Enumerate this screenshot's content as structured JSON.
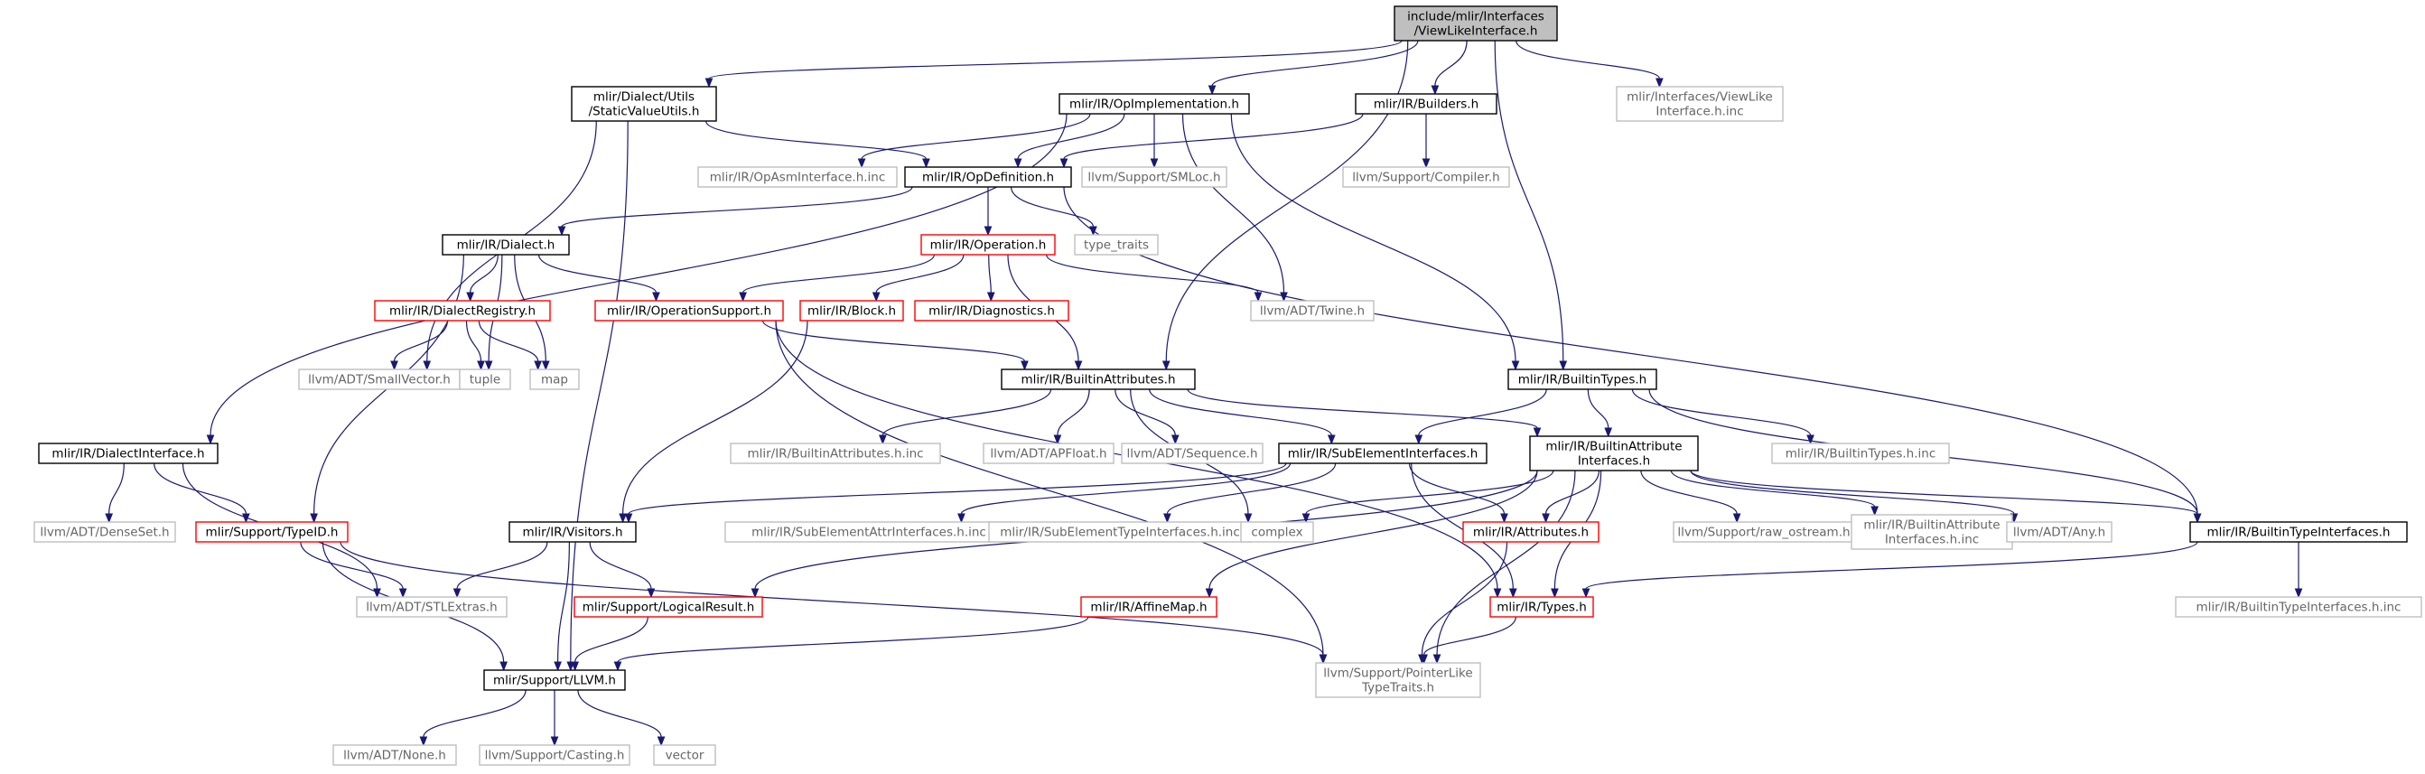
{
  "colors": {
    "edge": "#191970",
    "border_documented": "#000000",
    "border_truncated": "#ff0000",
    "border_external": "#bfbfbf",
    "root_fill": "#bfbfbf",
    "text_external": "#666666"
  },
  "nodes": [
    {
      "id": "root",
      "lines": [
        "include/mlir/Interfaces",
        "/ViewLikeInterface.h"
      ],
      "style": "root"
    },
    {
      "id": "static-value-utils",
      "lines": [
        "mlir/Dialect/Utils",
        "/StaticValueUtils.h"
      ],
      "style": "normal"
    },
    {
      "id": "op-implementation",
      "lines": [
        "mlir/IR/OpImplementation.h"
      ],
      "style": "normal"
    },
    {
      "id": "builders",
      "lines": [
        "mlir/IR/Builders.h"
      ],
      "style": "normal"
    },
    {
      "id": "view-like-inc",
      "lines": [
        "mlir/Interfaces/ViewLike",
        "Interface.h.inc"
      ],
      "style": "gray"
    },
    {
      "id": "op-asm-interface-inc",
      "lines": [
        "mlir/IR/OpAsmInterface.h.inc"
      ],
      "style": "gray"
    },
    {
      "id": "op-definition",
      "lines": [
        "mlir/IR/OpDefinition.h"
      ],
      "style": "normal"
    },
    {
      "id": "smloc",
      "lines": [
        "llvm/Support/SMLoc.h"
      ],
      "style": "gray"
    },
    {
      "id": "compiler",
      "lines": [
        "llvm/Support/Compiler.h"
      ],
      "style": "gray"
    },
    {
      "id": "dialect",
      "lines": [
        "mlir/IR/Dialect.h"
      ],
      "style": "normal"
    },
    {
      "id": "operation",
      "lines": [
        "mlir/IR/Operation.h"
      ],
      "style": "red"
    },
    {
      "id": "type-traits",
      "lines": [
        "type_traits"
      ],
      "style": "gray"
    },
    {
      "id": "dialect-registry",
      "lines": [
        "mlir/IR/DialectRegistry.h"
      ],
      "style": "red"
    },
    {
      "id": "operation-support",
      "lines": [
        "mlir/IR/OperationSupport.h"
      ],
      "style": "red"
    },
    {
      "id": "block",
      "lines": [
        "mlir/IR/Block.h"
      ],
      "style": "red"
    },
    {
      "id": "diagnostics",
      "lines": [
        "mlir/IR/Diagnostics.h"
      ],
      "style": "red"
    },
    {
      "id": "twine",
      "lines": [
        "llvm/ADT/Twine.h"
      ],
      "style": "gray"
    },
    {
      "id": "small-vector",
      "lines": [
        "llvm/ADT/SmallVector.h"
      ],
      "style": "gray"
    },
    {
      "id": "tuple",
      "lines": [
        "tuple"
      ],
      "style": "gray"
    },
    {
      "id": "map",
      "lines": [
        "map"
      ],
      "style": "gray"
    },
    {
      "id": "builtin-attributes",
      "lines": [
        "mlir/IR/BuiltinAttributes.h"
      ],
      "style": "normal"
    },
    {
      "id": "builtin-types",
      "lines": [
        "mlir/IR/BuiltinTypes.h"
      ],
      "style": "normal"
    },
    {
      "id": "dialect-interface",
      "lines": [
        "mlir/IR/DialectInterface.h"
      ],
      "style": "normal"
    },
    {
      "id": "builtin-attributes-inc",
      "lines": [
        "mlir/IR/BuiltinAttributes.h.inc"
      ],
      "style": "gray"
    },
    {
      "id": "apfloat",
      "lines": [
        "llvm/ADT/APFloat.h"
      ],
      "style": "gray"
    },
    {
      "id": "sequence",
      "lines": [
        "llvm/ADT/Sequence.h"
      ],
      "style": "gray"
    },
    {
      "id": "subelement-interfaces",
      "lines": [
        "mlir/IR/SubElementInterfaces.h"
      ],
      "style": "normal"
    },
    {
      "id": "builtin-attribute-interfaces",
      "lines": [
        "mlir/IR/BuiltinAttribute",
        "Interfaces.h"
      ],
      "style": "normal"
    },
    {
      "id": "builtin-types-inc",
      "lines": [
        "mlir/IR/BuiltinTypes.h.inc"
      ],
      "style": "gray"
    },
    {
      "id": "dense-set",
      "lines": [
        "llvm/ADT/DenseSet.h"
      ],
      "style": "gray"
    },
    {
      "id": "type-id",
      "lines": [
        "mlir/Support/TypeID.h"
      ],
      "style": "red"
    },
    {
      "id": "visitors",
      "lines": [
        "mlir/IR/Visitors.h"
      ],
      "style": "normal"
    },
    {
      "id": "subelement-attr-inc",
      "lines": [
        "mlir/IR/SubElementAttrInterfaces.h.inc"
      ],
      "style": "gray"
    },
    {
      "id": "subelement-type-inc",
      "lines": [
        "mlir/IR/SubElementTypeInterfaces.h.inc"
      ],
      "style": "gray"
    },
    {
      "id": "complex",
      "lines": [
        "complex"
      ],
      "style": "gray"
    },
    {
      "id": "attributes",
      "lines": [
        "mlir/IR/Attributes.h"
      ],
      "style": "red"
    },
    {
      "id": "raw-ostream",
      "lines": [
        "llvm/Support/raw_ostream.h"
      ],
      "style": "gray"
    },
    {
      "id": "builtin-attribute-interfaces-inc",
      "lines": [
        "mlir/IR/BuiltinAttribute",
        "Interfaces.h.inc"
      ],
      "style": "gray"
    },
    {
      "id": "any",
      "lines": [
        "llvm/ADT/Any.h"
      ],
      "style": "gray"
    },
    {
      "id": "builtin-type-interfaces",
      "lines": [
        "mlir/IR/BuiltinTypeInterfaces.h"
      ],
      "style": "normal"
    },
    {
      "id": "stl-extras",
      "lines": [
        "llvm/ADT/STLExtras.h"
      ],
      "style": "gray"
    },
    {
      "id": "logical-result",
      "lines": [
        "mlir/Support/LogicalResult.h"
      ],
      "style": "red"
    },
    {
      "id": "affine-map",
      "lines": [
        "mlir/IR/AffineMap.h"
      ],
      "style": "red"
    },
    {
      "id": "types",
      "lines": [
        "mlir/IR/Types.h"
      ],
      "style": "red"
    },
    {
      "id": "builtin-type-interfaces-inc",
      "lines": [
        "mlir/IR/BuiltinTypeInterfaces.h.inc"
      ],
      "style": "gray"
    },
    {
      "id": "llvm-h",
      "lines": [
        "mlir/Support/LLVM.h"
      ],
      "style": "normal"
    },
    {
      "id": "pointer-like-type-traits",
      "lines": [
        "llvm/Support/PointerLike",
        "TypeTraits.h"
      ],
      "style": "gray"
    },
    {
      "id": "none",
      "lines": [
        "llvm/ADT/None.h"
      ],
      "style": "gray"
    },
    {
      "id": "casting",
      "lines": [
        "llvm/Support/Casting.h"
      ],
      "style": "gray"
    },
    {
      "id": "vector",
      "lines": [
        "vector"
      ],
      "style": "gray"
    }
  ],
  "edges": [
    [
      "root",
      "static-value-utils"
    ],
    [
      "root",
      "op-implementation"
    ],
    [
      "root",
      "builders"
    ],
    [
      "root",
      "view-like-inc"
    ],
    [
      "root",
      "builtin-attributes"
    ],
    [
      "root",
      "builtin-types"
    ],
    [
      "static-value-utils",
      "op-definition"
    ],
    [
      "static-value-utils",
      "small-vector"
    ],
    [
      "static-value-utils",
      "llvm-h"
    ],
    [
      "op-implementation",
      "op-asm-interface-inc"
    ],
    [
      "op-implementation",
      "op-definition"
    ],
    [
      "op-implementation",
      "smloc"
    ],
    [
      "op-implementation",
      "twine"
    ],
    [
      "op-implementation",
      "builtin-types"
    ],
    [
      "op-implementation",
      "dialect-interface"
    ],
    [
      "builders",
      "op-definition"
    ],
    [
      "builders",
      "compiler"
    ],
    [
      "op-definition",
      "dialect"
    ],
    [
      "op-definition",
      "operation"
    ],
    [
      "op-definition",
      "type-traits"
    ],
    [
      "op-definition",
      "builtin-type-interfaces"
    ],
    [
      "dialect",
      "dialect-registry"
    ],
    [
      "dialect",
      "operation-support"
    ],
    [
      "dialect",
      "tuple"
    ],
    [
      "dialect",
      "map"
    ],
    [
      "dialect",
      "type-id"
    ],
    [
      "dialect-registry",
      "small-vector"
    ],
    [
      "dialect-registry",
      "tuple"
    ],
    [
      "dialect-registry",
      "map"
    ],
    [
      "operation",
      "operation-support"
    ],
    [
      "operation",
      "block"
    ],
    [
      "operation",
      "diagnostics"
    ],
    [
      "operation",
      "twine"
    ],
    [
      "operation",
      "builtin-attributes"
    ],
    [
      "operation-support",
      "builtin-attributes"
    ],
    [
      "operation-support",
      "types"
    ],
    [
      "operation-support",
      "pointer-like-type-traits"
    ],
    [
      "block",
      "visitors"
    ],
    [
      "builtin-attributes",
      "builtin-attributes-inc"
    ],
    [
      "builtin-attributes",
      "apfloat"
    ],
    [
      "builtin-attributes",
      "sequence"
    ],
    [
      "builtin-attributes",
      "subelement-interfaces"
    ],
    [
      "builtin-attributes",
      "builtin-attribute-interfaces"
    ],
    [
      "builtin-attributes",
      "complex"
    ],
    [
      "builtin-types",
      "subelement-interfaces"
    ],
    [
      "builtin-types",
      "builtin-attribute-interfaces"
    ],
    [
      "builtin-types",
      "builtin-types-inc"
    ],
    [
      "builtin-types",
      "builtin-type-interfaces"
    ],
    [
      "subelement-interfaces",
      "visitors"
    ],
    [
      "subelement-interfaces",
      "subelement-attr-inc"
    ],
    [
      "subelement-interfaces",
      "subelement-type-inc"
    ],
    [
      "subelement-interfaces",
      "attributes"
    ],
    [
      "subelement-interfaces",
      "types"
    ],
    [
      "builtin-attribute-interfaces",
      "complex"
    ],
    [
      "builtin-attribute-interfaces",
      "attributes"
    ],
    [
      "builtin-attribute-interfaces",
      "raw-ostream"
    ],
    [
      "builtin-attribute-interfaces",
      "builtin-attribute-interfaces-inc"
    ],
    [
      "builtin-attribute-interfaces",
      "any"
    ],
    [
      "builtin-attribute-interfaces",
      "builtin-type-interfaces"
    ],
    [
      "builtin-attribute-interfaces",
      "logical-result"
    ],
    [
      "builtin-attribute-interfaces",
      "affine-map"
    ],
    [
      "builtin-attribute-interfaces",
      "types"
    ],
    [
      "builtin-attribute-interfaces",
      "pointer-like-type-traits"
    ],
    [
      "dialect-interface",
      "dense-set"
    ],
    [
      "dialect-interface",
      "type-id"
    ],
    [
      "dialect-interface",
      "stl-extras"
    ],
    [
      "type-id",
      "stl-extras"
    ],
    [
      "type-id",
      "llvm-h"
    ],
    [
      "type-id",
      "pointer-like-type-traits"
    ],
    [
      "visitors",
      "stl-extras"
    ],
    [
      "visitors",
      "logical-result"
    ],
    [
      "visitors",
      "llvm-h"
    ],
    [
      "attributes",
      "pointer-like-type-traits"
    ],
    [
      "builtin-type-interfaces",
      "types"
    ],
    [
      "builtin-type-interfaces",
      "builtin-type-interfaces-inc"
    ],
    [
      "logical-result",
      "llvm-h"
    ],
    [
      "affine-map",
      "llvm-h"
    ],
    [
      "types",
      "pointer-like-type-traits"
    ],
    [
      "llvm-h",
      "none"
    ],
    [
      "llvm-h",
      "casting"
    ],
    [
      "llvm-h",
      "vector"
    ]
  ]
}
